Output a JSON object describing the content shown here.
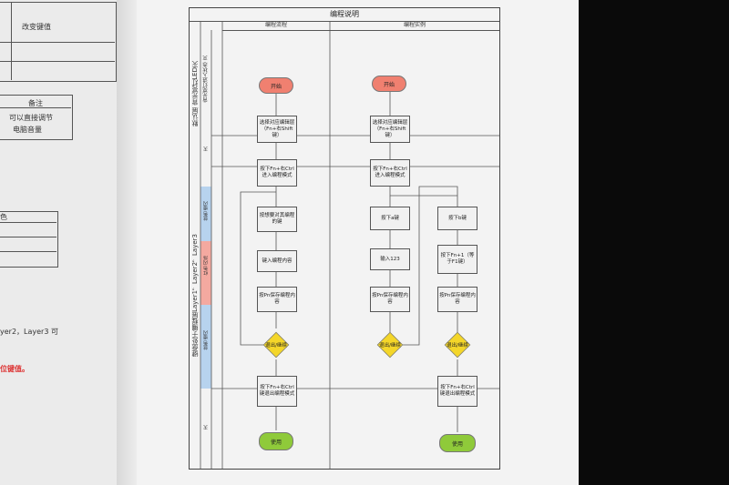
{
  "left_page": {
    "cell_change_key": "改变键值",
    "header_note": "备注",
    "note_line1": "可以直接调节",
    "note_line2": "电脑音量",
    "small_col": "色",
    "layer_text": "yer2，Layer3 可",
    "red_text": "位键值。"
  },
  "flowchart": {
    "title": "编程说明",
    "col_process": "编程流程",
    "col_example": "编程实例",
    "side_label_top": "默认层 背光亮灯LED灭",
    "side_label_top2": "背光亮灯进入状态 灭",
    "side_label_main": "键盘处于编程层Layer1，Layer2，Layer3",
    "band_blue1": "蓝色 慢闪",
    "band_red": "红色 闪烁",
    "band_blue2": "蓝色 慢闪",
    "band_off1": "灭",
    "band_off2": "灭",
    "left": {
      "start": "开始",
      "step1": "选择对应编辑层（Fn+右Shift键）",
      "step2": "按下Fn+右Ctrl进入编程模式",
      "step3": "按想要对其编程的键",
      "step4": "键入编程内容",
      "step5": "按Pn保存编程内容",
      "decision": "退出/继续",
      "step6": "按下Fn+右Ctrl键退出编程模式",
      "end": "使用"
    },
    "right": {
      "start": "开始",
      "step1": "选择对应编辑层（Fn+右Shift键）",
      "step2": "按下Fn+右Ctrl进入编程模式",
      "a_key": "按下a键",
      "b_key": "按下b键",
      "input123": "输入123",
      "fn1": "按下Fn+1（等于F1键）",
      "save_a": "按Pn保存编程内容",
      "save_b": "按Pn保存编程内容",
      "decision_a": "退出/继续",
      "decision_b": "退出/继续",
      "exit": "按下Fn+右Ctrl键退出编程模式",
      "end": "使用"
    }
  },
  "colors": {
    "start": "#f08070",
    "end": "#8fca3a",
    "decision": "#f4d629",
    "band_blue": "#b7d3ee",
    "band_red": "#f4a9a0"
  }
}
